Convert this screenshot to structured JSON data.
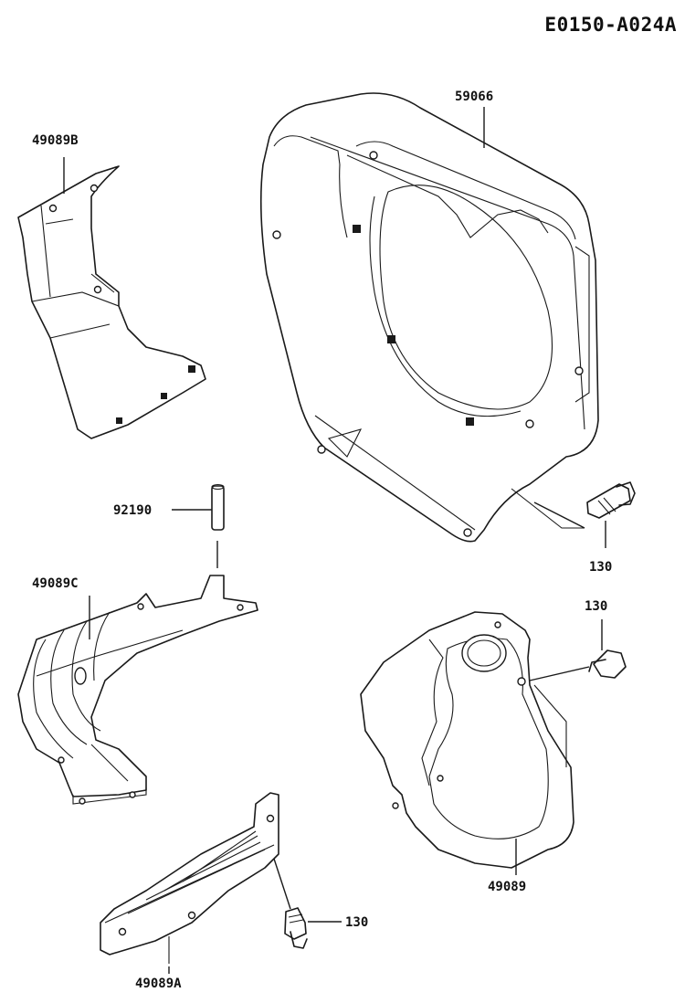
{
  "diagram_id": "E0150-A024A",
  "parts": [
    {
      "key": "shroud",
      "label": "59066"
    },
    {
      "key": "cover_b",
      "label": "49089B"
    },
    {
      "key": "pin",
      "label": "92190"
    },
    {
      "key": "cover_c",
      "label": "49089C"
    },
    {
      "key": "bolt_top",
      "label": "130"
    },
    {
      "key": "bolt_mid",
      "label": "130"
    },
    {
      "key": "cover_main",
      "label": "49089"
    },
    {
      "key": "bolt_low",
      "label": "130"
    },
    {
      "key": "cover_a",
      "label": "49089A"
    }
  ]
}
